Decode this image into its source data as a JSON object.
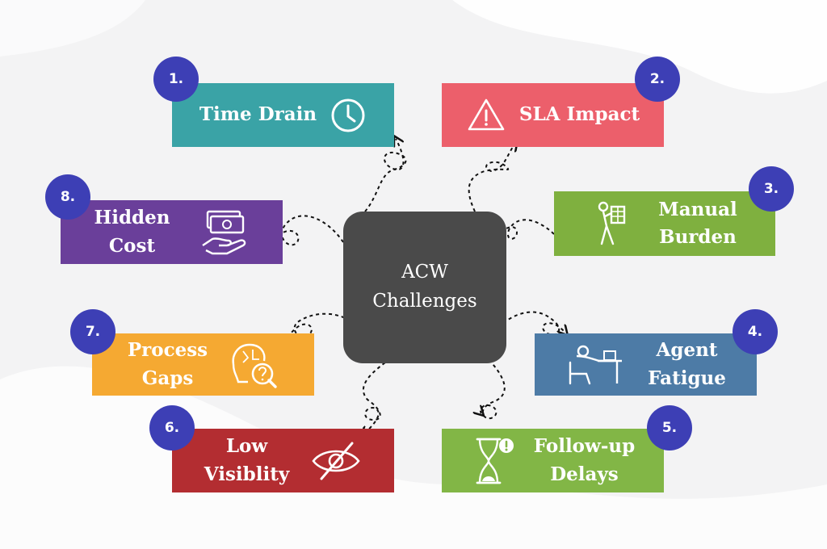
{
  "colors": {
    "time_drain": "#3aa3a6",
    "sla_impact": "#ec5f6b",
    "manual_burden": "#7fb03f",
    "agent_fatigue": "#4d7ba6",
    "followup_delays": "#82b646",
    "low_visibility": "#b32d31",
    "process_gaps": "#f5a932",
    "hidden_cost": "#6a3f9a",
    "badge": "#3d3fb5",
    "center": "#4a4a4a"
  },
  "center": {
    "line1": "ACW",
    "line2": "Challenges"
  },
  "items": [
    {
      "number": "1.",
      "lines": [
        "Time Drain"
      ],
      "icon": "clock-icon"
    },
    {
      "number": "2.",
      "lines": [
        "SLA Impact"
      ],
      "icon": "warning-icon"
    },
    {
      "number": "3.",
      "lines": [
        "Manual",
        "Burden"
      ],
      "icon": "burdened-person-icon"
    },
    {
      "number": "4.",
      "lines": [
        "Agent",
        "Fatigue"
      ],
      "icon": "tired-agent-icon"
    },
    {
      "number": "5.",
      "lines": [
        "Follow-up",
        "Delays"
      ],
      "icon": "hourglass-alert-icon"
    },
    {
      "number": "6.",
      "lines": [
        "Low",
        "Visiblity"
      ],
      "icon": "eye-slash-icon"
    },
    {
      "number": "7.",
      "lines": [
        "Process",
        "Gaps"
      ],
      "icon": "brain-puzzle-icon"
    },
    {
      "number": "8.",
      "lines": [
        "Hidden",
        "Cost"
      ],
      "icon": "money-hand-icon"
    }
  ]
}
